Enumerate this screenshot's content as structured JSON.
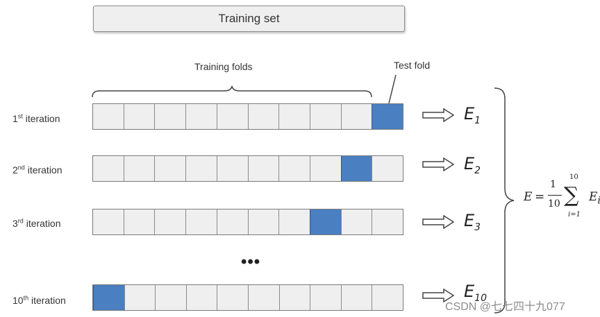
{
  "training_set": "Training set",
  "training_folds_label": "Training folds",
  "test_fold_label": "Test fold",
  "folds_per_row": 10,
  "rows": [
    {
      "num": "1",
      "sup": "st",
      "word": " iteration",
      "test_fold_index": 9,
      "err_main": "E",
      "err_sub": "1"
    },
    {
      "num": "2",
      "sup": "nd",
      "word": " iteration",
      "test_fold_index": 8,
      "err_main": "E",
      "err_sub": "2"
    },
    {
      "num": "3",
      "sup": "rd",
      "word": " iteration",
      "test_fold_index": 7,
      "err_main": "E",
      "err_sub": "3"
    },
    {
      "num": "10",
      "sup": "th",
      "word": " iteration",
      "test_fold_index": 0,
      "err_main": "E",
      "err_sub": "10"
    }
  ],
  "ellipsis": "•••",
  "formula": {
    "lhs": "E",
    "eq": "=",
    "frac_num": "1",
    "frac_den": "10",
    "sum_symbol": "∑",
    "sum_upper": "10",
    "sum_lower": "i=1",
    "term": "E",
    "term_sub": "i"
  },
  "colors": {
    "test_fold": "#4a7fc1",
    "train_fold": "#efefef",
    "border": "#7a7a7a"
  },
  "watermark": "CSDN @七七四十九077"
}
